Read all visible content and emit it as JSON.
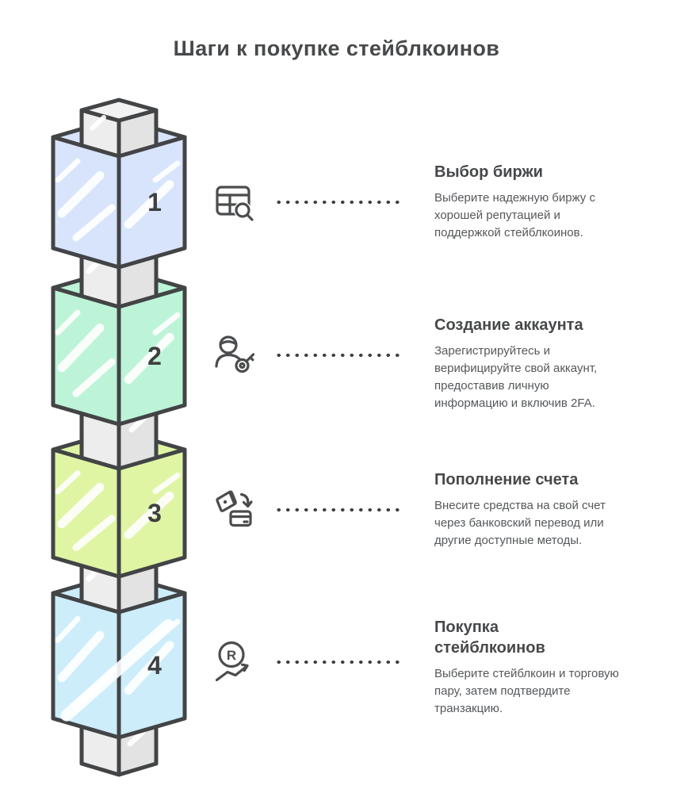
{
  "page": {
    "title": "Шаги к покупке стейблкоинов"
  },
  "colors": {
    "background": "#ffffff",
    "outline": "#424446",
    "number": "#3e4042",
    "heading": "#46484a",
    "body_text": "#55585b",
    "dots": "#3f4143",
    "icon_stroke": "#4a4c4e",
    "pole_left": "#ededed",
    "pole_right": "#e3e3e3",
    "pole_top": "#f2f2f2"
  },
  "steps": [
    {
      "number": "1",
      "cube_color": "#d8e4fb",
      "icon": "exchange-table-search-icon",
      "title": "Выбор биржи",
      "description": "Выберите надежную биржу с хорошей репутацией и поддержкой стейблкоинов."
    },
    {
      "number": "2",
      "cube_color": "#bdf4d8",
      "icon": "account-user-key-icon",
      "title": "Создание аккаунта",
      "description": "Зарегистрируйтесь и верифицируйте свой аккаунт, предоставив личную информацию и включив 2FA."
    },
    {
      "number": "3",
      "cube_color": "#dff5a4",
      "icon": "wallet-deposit-icon",
      "title": "Пополнение счета",
      "description": "Внесите средства на свой счет через банковский перевод или другие доступные методы."
    },
    {
      "number": "4",
      "cube_color": "#cdedfb",
      "icon": "ruble-growth-icon",
      "icon_letter": "R",
      "title": "Покупка стейблкоинов",
      "description": "Выберите стейблкоин и торговую пару, затем подтвердите транзакцию."
    }
  ]
}
